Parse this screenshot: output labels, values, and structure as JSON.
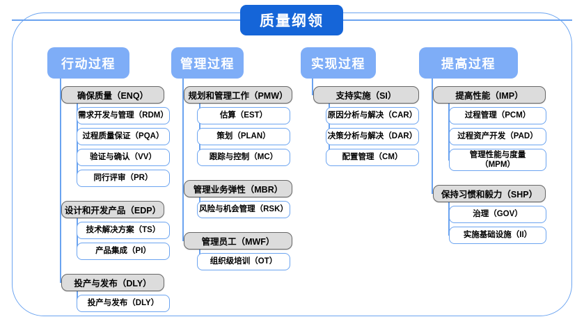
{
  "diagram": {
    "root": {
      "label": "质量纲领"
    },
    "columns": [
      {
        "header": "行动过程",
        "groups": [
          {
            "parent": "确保质量（ENQ）",
            "children": [
              "需求开发与管理（RDM）",
              "过程质量保证（PQA）",
              "验证与确认（VV）",
              "同行评审（PR）"
            ]
          },
          {
            "parent": "设计和开发产品（EDP）",
            "children": [
              "技术解决方案（TS）",
              "产品集成（PI）"
            ]
          },
          {
            "parent": "投产与发布（DLY）",
            "children": [
              "投产与发布（DLY）"
            ]
          }
        ]
      },
      {
        "header": "管理过程",
        "groups": [
          {
            "parent": "规划和管理工作（PMW）",
            "children": [
              "估算（EST）",
              "策划（PLAN）",
              "跟踪与控制（MC）"
            ]
          },
          {
            "parent": "管理业务弹性（MBR）",
            "children": [
              "风险与机会管理（RSK）"
            ]
          },
          {
            "parent": "管理员工（MWF）",
            "children": [
              "组织级培训（OT）"
            ]
          }
        ]
      },
      {
        "header": "实现过程",
        "groups": [
          {
            "parent": "支持实施（SI）",
            "children": [
              "原因分析与解决（CAR）",
              "决策分析与解决（DAR）",
              "配置管理（CM）"
            ]
          }
        ]
      },
      {
        "header": "提高过程",
        "groups": [
          {
            "parent": "提高性能（IMP）",
            "children": [
              "过程管理（PCM）",
              "过程资产开发（PAD）",
              "管理性能与度量\n（MPM）"
            ]
          },
          {
            "parent": "保持习惯和毅力（SHP）",
            "children": [
              "治理（GOV）",
              "实施基础设施（II）"
            ]
          }
        ]
      }
    ]
  },
  "colors": {
    "root_fill": "#1565d8",
    "header_fill": "#7eadf7",
    "parent_fill": "#dcdcdc",
    "parent_border": "#666666",
    "child_border": "#6aa3f0",
    "frame_border": "#6aa3f0"
  }
}
